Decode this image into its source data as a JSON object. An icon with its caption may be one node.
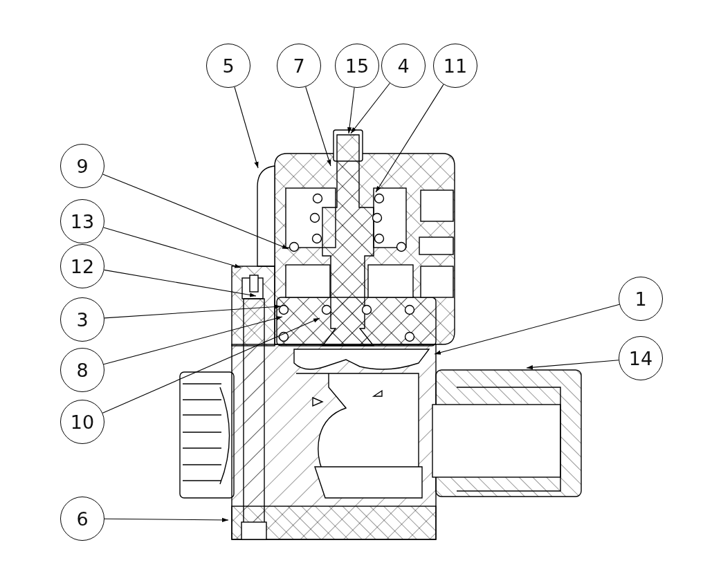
{
  "diagram": {
    "nodes": [
      {
        "text": [
          "5"
        ]
      },
      {
        "text": [
          "7"
        ]
      },
      {
        "text": [
          "15"
        ]
      },
      {
        "text": [
          "4"
        ]
      },
      {
        "text": [
          "11"
        ]
      },
      {
        "text": [
          "9"
        ]
      },
      {
        "text": [
          "13"
        ]
      },
      {
        "text": [
          "12"
        ]
      },
      {
        "text": [
          "1"
        ]
      },
      {
        "text": [
          "3"
        ]
      },
      {
        "text": [
          "14"
        ]
      },
      {
        "text": [
          "8"
        ]
      },
      {
        "text": [
          "10"
        ]
      },
      {
        "text": [
          "6"
        ]
      }
    ],
    "edges": [
      {
        "from": 0,
        "to": null,
        "arrow": "to"
      },
      {
        "from": 1,
        "to": null,
        "arrow": "to"
      },
      {
        "from": 2,
        "to": null,
        "arrow": "to"
      },
      {
        "from": 3,
        "to": null,
        "arrow": "to"
      },
      {
        "from": 4,
        "to": null,
        "arrow": "to"
      },
      {
        "from": 5,
        "to": null,
        "arrow": "to"
      },
      {
        "from": 6,
        "to": null,
        "arrow": "to"
      },
      {
        "from": 7,
        "to": null,
        "arrow": "to"
      },
      {
        "from": 8,
        "to": null,
        "arrow": "to"
      },
      {
        "from": 9,
        "to": null,
        "arrow": "to"
      },
      {
        "from": 10,
        "to": null,
        "arrow": "to"
      },
      {
        "from": 11,
        "to": null,
        "arrow": "to"
      },
      {
        "from": 12,
        "to": null,
        "arrow": "to"
      },
      {
        "from": 13,
        "to": null,
        "arrow": "to"
      }
    ]
  }
}
